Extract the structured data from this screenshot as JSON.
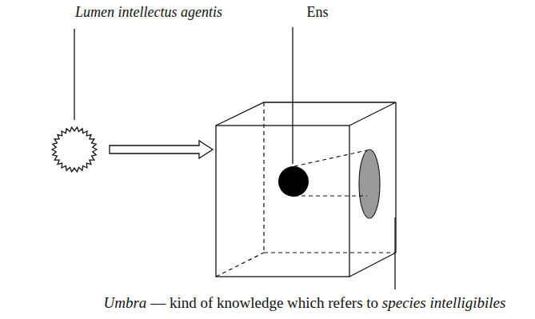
{
  "diagram": {
    "labels": [
      "Lumen intellectus agentis",
      "Ens",
      "Umbra — kind of knowledge which refers to species intelligibiles"
    ]
  }
}
